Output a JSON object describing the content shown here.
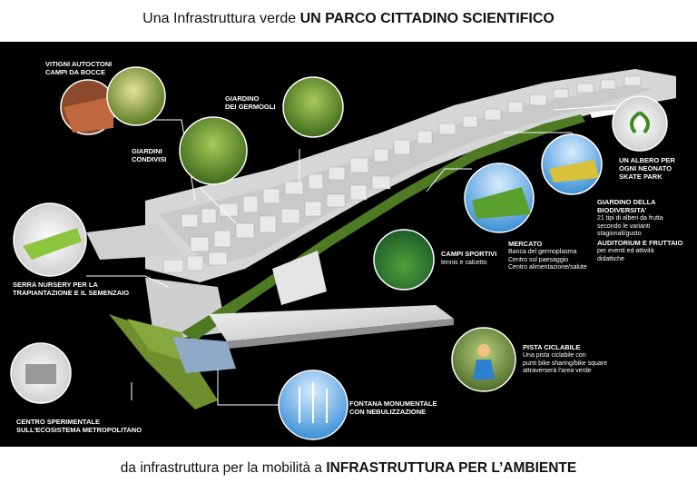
{
  "title": {
    "prefix": "Una Infrastruttura verde ",
    "emphasis": "UN PARCO CITTADINO SCIENTIFICO"
  },
  "footer": {
    "prefix": "da infrastruttura per la mobilità a ",
    "emphasis": "INFRASTRUTTURA PER L’AMBIENTE"
  },
  "labels": {
    "vitigni": [
      "VITIGNI AUTOCTONI",
      "CAMPI DA BOCCE"
    ],
    "germogli": [
      "GIARDINO",
      "DEI GERMOGLI"
    ],
    "condivisi": [
      "GIARDINI",
      "CONDIVISI"
    ],
    "albero": [
      "UN ALBERO PER",
      "OGNI NEONATO",
      "SKATE PARK"
    ],
    "biodiversita_title": [
      "GIARDINO DELLA",
      "BIODIVERSITA'"
    ],
    "biodiversita_body": [
      "21 tipi di alberi da frutta",
      "secondo le varianti",
      "stagionali/gusto"
    ],
    "auditorium_title": "AUDITORIUM E FRUTTAIO",
    "auditorium_body": [
      "per eventi ed attività",
      "didattiche"
    ],
    "mercato_title": "MERCATO",
    "mercato_body": [
      "Banca del germoplasma",
      "Centro sul paesaggio",
      "Centro alimentazione/salute"
    ],
    "campi_title": "CAMPI SPORTIVI",
    "campi_body": "tennis e calcetto",
    "serra": [
      "SERRA NURSERY PER LA",
      "TRAPIANTAZIONE E IL SEMENZAIO"
    ],
    "pista_title": "PISTA CICLABILE",
    "pista_body": [
      "Una pista ciclabile con",
      "punti bike sharing/bike square",
      "attraverserà l'area verde"
    ],
    "fontana": [
      "FONTANA MONUMENTALE",
      "CON NEBULIZZAZIONE"
    ],
    "centro": [
      "CENTRO SPERIMENTALE",
      "SULL'ECOSISTEMA METROPOLITANO"
    ]
  },
  "colors": {
    "panel": "#000000",
    "buildings": "#d9d9d9",
    "greenway": "#4f7a24",
    "meadow": "#6f8f2e",
    "leader": "#ffffff"
  }
}
